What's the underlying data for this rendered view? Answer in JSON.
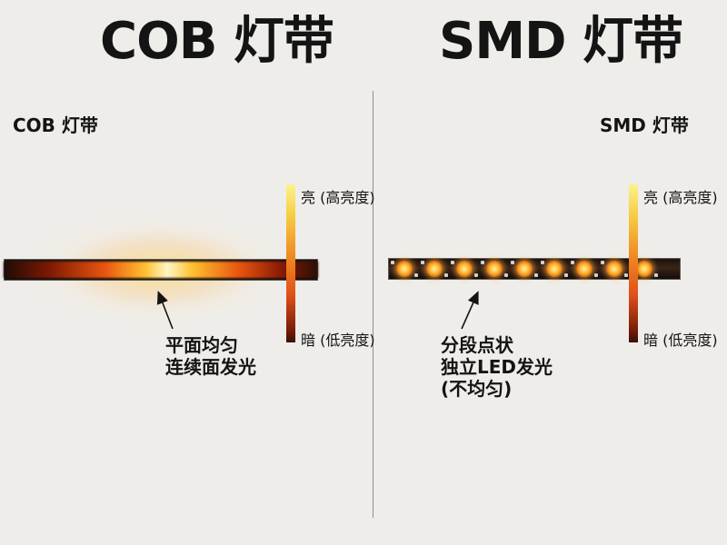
{
  "titles": {
    "left": "COB 灯带",
    "right": "SMD 灯带"
  },
  "panels": {
    "cob": {
      "label": "COB 灯带",
      "scale_top": "亮 (高亮度)",
      "scale_bottom": "暗 (低亮度)",
      "note_lines": [
        "平面均匀",
        "连续面发光"
      ]
    },
    "smd": {
      "label": "SMD 灯带",
      "scale_top": "亮 (高亮度)",
      "scale_bottom": "暗 (低亮度)",
      "note_lines": [
        "分段点状",
        "独立LED发光",
        "(不均匀)"
      ],
      "led_count": 9
    }
  },
  "colors": {
    "background": "#efede9",
    "strip_body": "#2a1a12",
    "scale_bright": "#fbf38a",
    "scale_dark": "#3a1006",
    "led_glow": "#ffb830"
  }
}
